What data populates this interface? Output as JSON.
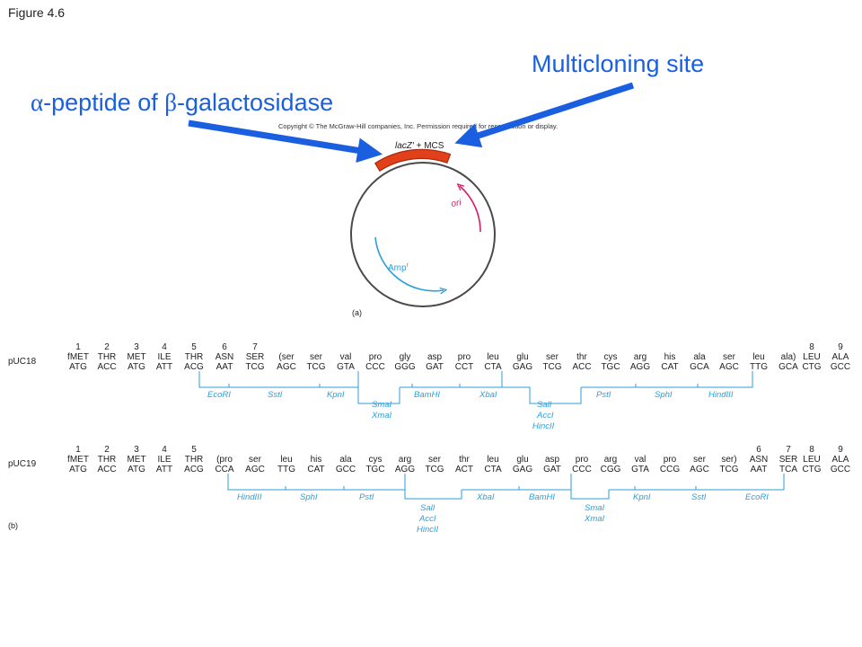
{
  "figure_label": "Figure 4.6",
  "callouts": {
    "mcs": "Multicloning site",
    "alpha_prefix": "α",
    "alpha_mid": "-peptide of ",
    "beta": "β",
    "alpha_suffix": "-galactosidase"
  },
  "copyright": "Copyright © The McGraw-Hill companies, Inc. Permission required for reproduction or display.",
  "plasmid": {
    "insert_label_gene": "lacZ'",
    "insert_label_rest": " + MCS",
    "ori_label": "ori",
    "amp_label": "Amp",
    "amp_superscript": "r",
    "panel_label": "(a)"
  },
  "colors": {
    "callout_text": "#1a5fe0",
    "arrow": "#1a5fe0",
    "insert": "#e2401a",
    "ori": "#d81b6a",
    "amp": "#2d9fd8",
    "sites": "#2d9fd8"
  },
  "puc18": {
    "name": "pUC18",
    "cols": [
      {
        "n": "1",
        "aa": "fMET",
        "codon": "ATG"
      },
      {
        "n": "2",
        "aa": "THR",
        "codon": "ACC"
      },
      {
        "n": "3",
        "aa": "MET",
        "codon": "ATG"
      },
      {
        "n": "4",
        "aa": "ILE",
        "codon": "ATT"
      },
      {
        "n": "5",
        "aa": "THR",
        "codon": "ACG"
      },
      {
        "n": "6",
        "aa": "ASN",
        "codon": "AAT"
      },
      {
        "n": "7",
        "aa": "SER",
        "codon": "TCG"
      },
      {
        "n": "",
        "aa": "(ser",
        "codon": "AGC"
      },
      {
        "n": "",
        "aa": "ser",
        "codon": "TCG"
      },
      {
        "n": "",
        "aa": "val",
        "codon": "GTA"
      },
      {
        "n": "",
        "aa": "pro",
        "codon": "CCC"
      },
      {
        "n": "",
        "aa": "gly",
        "codon": "GGG"
      },
      {
        "n": "",
        "aa": "asp",
        "codon": "GAT"
      },
      {
        "n": "",
        "aa": "pro",
        "codon": "CCT"
      },
      {
        "n": "",
        "aa": "leu",
        "codon": "CTA"
      },
      {
        "n": "",
        "aa": "glu",
        "codon": "GAG"
      },
      {
        "n": "",
        "aa": "ser",
        "codon": "TCG"
      },
      {
        "n": "",
        "aa": "thr",
        "codon": "ACC"
      },
      {
        "n": "",
        "aa": "cys",
        "codon": "TGC"
      },
      {
        "n": "",
        "aa": "arg",
        "codon": "AGG"
      },
      {
        "n": "",
        "aa": "his",
        "codon": "CAT"
      },
      {
        "n": "",
        "aa": "ala",
        "codon": "GCA"
      },
      {
        "n": "",
        "aa": "ser",
        "codon": "AGC"
      },
      {
        "n": "",
        "aa": "leu",
        "codon": "TTG"
      },
      {
        "n": "",
        "aa": "ala)",
        "codon": "GCA"
      },
      {
        "n": "8",
        "aa": "LEU",
        "codon": "CTG"
      },
      {
        "n": "9",
        "aa": "ALA",
        "codon": "GCC"
      }
    ],
    "sites": [
      "EcoRI",
      "SstI",
      "KpnI",
      "SmaI",
      "XmaI",
      "BamHI",
      "XbaI",
      "SalI",
      "AccI",
      "HincII",
      "PstI",
      "SphI",
      "HindIII"
    ]
  },
  "puc19": {
    "name": "pUC19",
    "cols": [
      {
        "n": "1",
        "aa": "fMET",
        "codon": "ATG"
      },
      {
        "n": "2",
        "aa": "THR",
        "codon": "ACC"
      },
      {
        "n": "3",
        "aa": "MET",
        "codon": "ATG"
      },
      {
        "n": "4",
        "aa": "ILE",
        "codon": "ATT"
      },
      {
        "n": "5",
        "aa": "THR",
        "codon": "ACG"
      },
      {
        "n": "",
        "aa": "(pro",
        "codon": "CCA"
      },
      {
        "n": "",
        "aa": "ser",
        "codon": "AGC"
      },
      {
        "n": "",
        "aa": "leu",
        "codon": "TTG"
      },
      {
        "n": "",
        "aa": "his",
        "codon": "CAT"
      },
      {
        "n": "",
        "aa": "ala",
        "codon": "GCC"
      },
      {
        "n": "",
        "aa": "cys",
        "codon": "TGC"
      },
      {
        "n": "",
        "aa": "arg",
        "codon": "AGG"
      },
      {
        "n": "",
        "aa": "ser",
        "codon": "TCG"
      },
      {
        "n": "",
        "aa": "thr",
        "codon": "ACT"
      },
      {
        "n": "",
        "aa": "leu",
        "codon": "CTA"
      },
      {
        "n": "",
        "aa": "glu",
        "codon": "GAG"
      },
      {
        "n": "",
        "aa": "asp",
        "codon": "GAT"
      },
      {
        "n": "",
        "aa": "pro",
        "codon": "CCC"
      },
      {
        "n": "",
        "aa": "arg",
        "codon": "CGG"
      },
      {
        "n": "",
        "aa": "val",
        "codon": "GTA"
      },
      {
        "n": "",
        "aa": "pro",
        "codon": "CCG"
      },
      {
        "n": "",
        "aa": "ser",
        "codon": "AGC"
      },
      {
        "n": "",
        "aa": "ser)",
        "codon": "TCG"
      },
      {
        "n": "6",
        "aa": "ASN",
        "codon": "AAT"
      },
      {
        "n": "7",
        "aa": "SER",
        "codon": "TCA"
      },
      {
        "n": "8",
        "aa": "LEU",
        "codon": "CTG"
      },
      {
        "n": "9",
        "aa": "ALA",
        "codon": "GCC"
      }
    ],
    "sites": [
      "HindIII",
      "SphI",
      "PstI",
      "SalI",
      "AccI",
      "HincII",
      "XbaI",
      "BamHI",
      "SmaI",
      "XmaI",
      "KpnI",
      "SstI",
      "EcoRI"
    ]
  },
  "panel_b_label": "(b)"
}
